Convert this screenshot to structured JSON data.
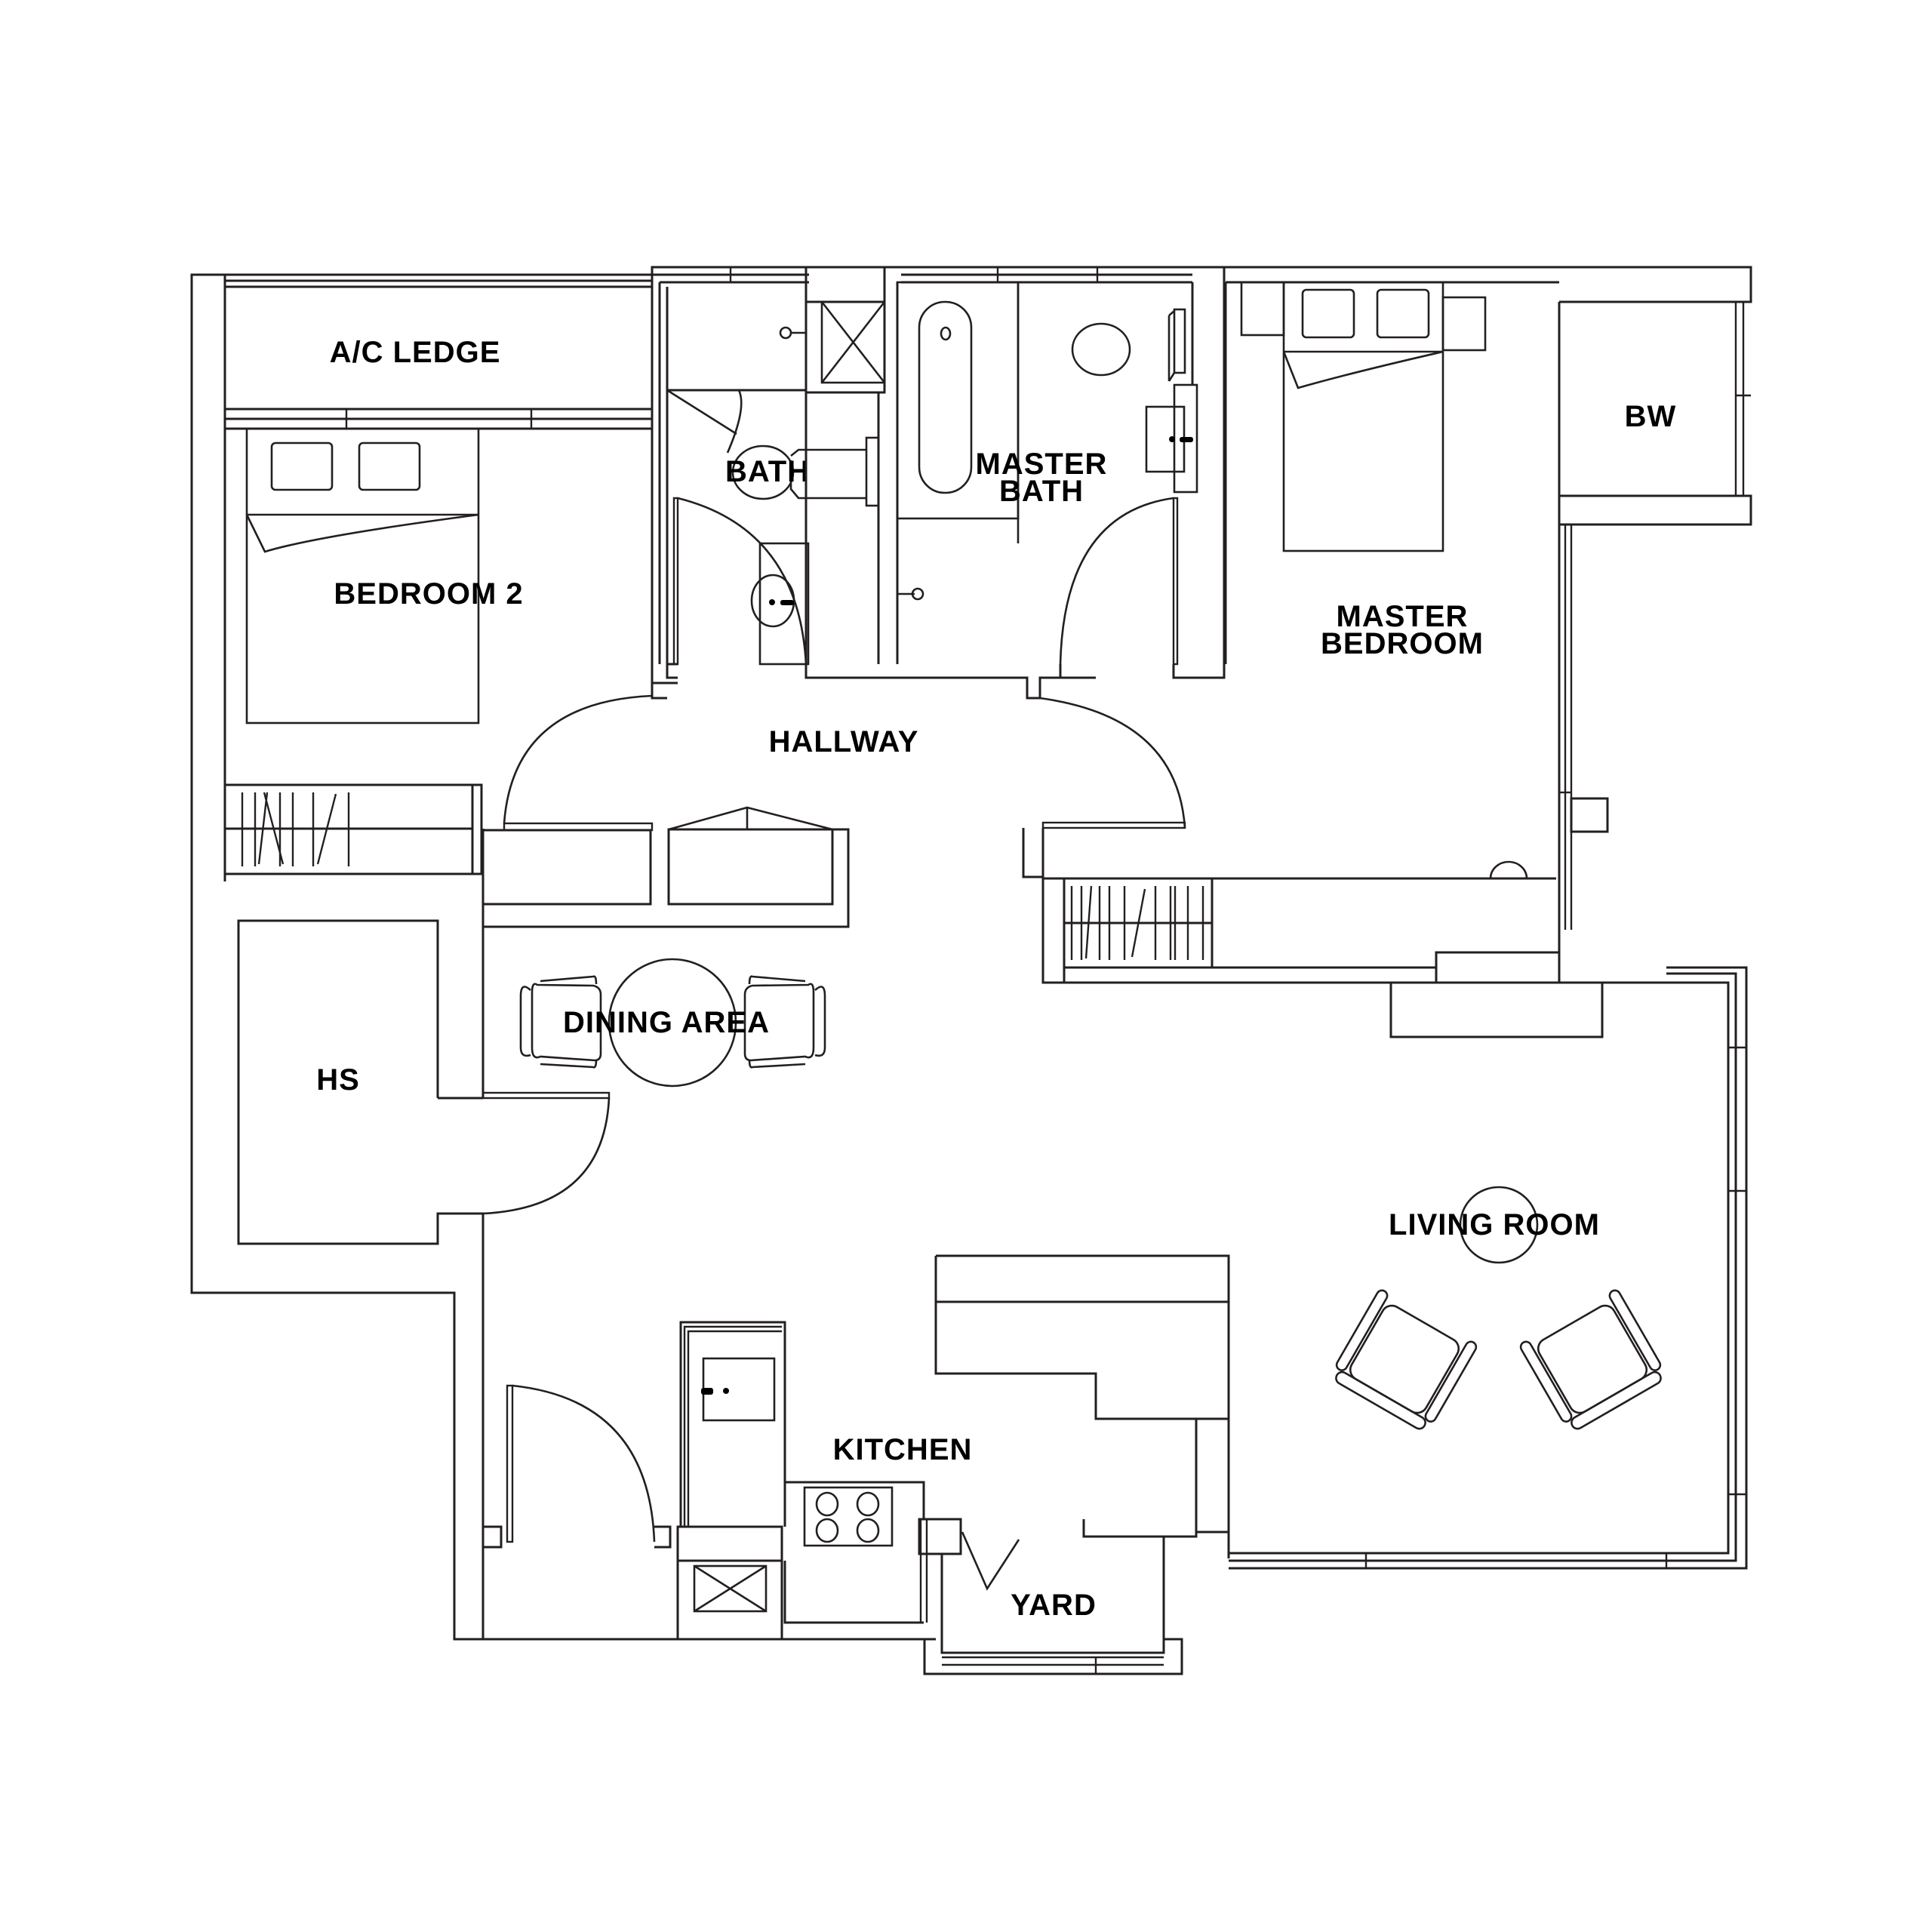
{
  "plan": {
    "type": "floor-plan",
    "colors": {
      "line": "#231f20",
      "text": "#000000",
      "background": "#ffffff"
    },
    "rooms": {
      "ac_ledge": {
        "label": "A/C LEDGE"
      },
      "bedroom2": {
        "label": "BEDROOM 2"
      },
      "bath": {
        "label": "BATH"
      },
      "master_bath": {
        "line1": "MASTER",
        "line2": "BATH"
      },
      "master_bedroom": {
        "line1": "MASTER",
        "line2": "BEDROOM"
      },
      "bw": {
        "label": "BW"
      },
      "hallway": {
        "label": "HALLWAY"
      },
      "dining": {
        "label": "DINING AREA"
      },
      "hs": {
        "label": "HS"
      },
      "living": {
        "label": "LIVING ROOM"
      },
      "kitchen": {
        "label": "KITCHEN"
      },
      "yard": {
        "label": "YARD"
      }
    },
    "fixtures": [
      "double-bed",
      "double-bed",
      "wardrobe",
      "wardrobe",
      "toilet",
      "toilet",
      "bathtub",
      "shower",
      "basin",
      "basin",
      "kitchen-sink",
      "hob",
      "dining-table",
      "dining-chair",
      "dining-chair",
      "coffee-table",
      "armchair",
      "armchair"
    ]
  }
}
